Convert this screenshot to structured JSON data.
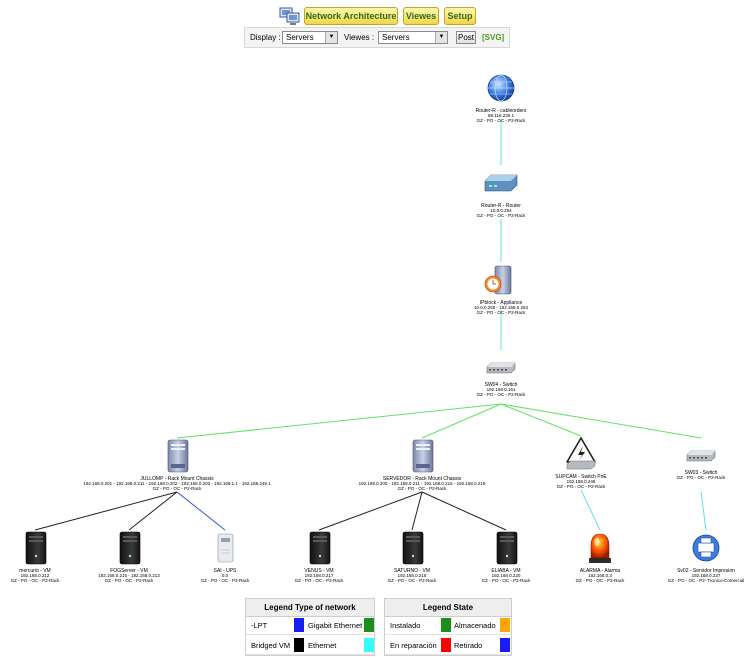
{
  "toolbar": {
    "nav": [
      "Network Architecture",
      "Viewes",
      "Setup"
    ],
    "display_label": "Display :",
    "display_value": "Servers",
    "viewes_label": "Viewes :",
    "viewes_value": "Servers",
    "post_label": "Post",
    "svg_label": "[SVG]"
  },
  "nodes": [
    {
      "id": "router-r-cableorders",
      "name": "Router-R - cableorders",
      "ip": "88.116.230.1",
      "attrs": "GZ - PO - OC - P2-Rack",
      "icon": "globe"
    },
    {
      "id": "router-r-router",
      "name": "Router-R - Router",
      "ip": "10.0.0.254",
      "attrs": "GZ - PO - OC - P2-Rack",
      "icon": "router"
    },
    {
      "id": "ipblock-appliance",
      "name": "IPblock - Appliance",
      "ip": "10.0.0.250 - 192.168.0.254",
      "attrs": "GZ - PO - OC - P2-Rack",
      "icon": "appliance"
    },
    {
      "id": "sw04-switch",
      "name": "SW04 - Switch",
      "ip": "192.168.0.161",
      "attrs": "GZ - PO - OC - P2-Rack",
      "icon": "switch"
    },
    {
      "id": "jullomp-chassis",
      "name": "JULLOMP - Rack Mount Chassis",
      "ip": "192.168.0.201 - 192.168.0.211 - 192.168.0.202 - 192.168.0.203 - 192.168.1.1 - 192.168.249.1",
      "attrs": "GZ - PO - OC - P2-Rack",
      "icon": "chassis"
    },
    {
      "id": "servedor-chassis",
      "name": "SERVEDOR - Rack Mount Chassis",
      "ip": "192.168.0.200 - 192.168.0.211 - 192.168.0.216 - 192.168.0.219",
      "attrs": "GZ - PO - OC - P2-Rack",
      "icon": "chassis"
    },
    {
      "id": "supcam-switch-poe",
      "name": "SUPCAM - Switch PoE",
      "ip": "192.168.0.248",
      "attrs": "GZ - PO - OC - P2-Rack",
      "icon": "warning"
    },
    {
      "id": "sw03-switch",
      "name": "SW03 - Switch",
      "ip": "",
      "attrs": "GZ - PO - OC - P2-Rack",
      "icon": "switch"
    },
    {
      "id": "mercurio-vm",
      "name": "mercurio - VM",
      "ip": "192.168.0.212",
      "attrs": "GZ - PO - OC - P2-Rack",
      "icon": "server"
    },
    {
      "id": "fogserver-vm",
      "name": "FOGServer - VM",
      "ip": "192.168.0.215 - 192.168.0.213",
      "attrs": "GZ - PO - OC - P2-Rack",
      "icon": "server"
    },
    {
      "id": "sai-ups",
      "name": "SAI - UPS",
      "ip": "0.0",
      "attrs": "GZ - PO - OC - P2-Rack",
      "icon": "ups"
    },
    {
      "id": "venus-vm",
      "name": "VENUS - VM",
      "ip": "192.168.0.217",
      "attrs": "GZ - PO - OC - P2-Rack",
      "icon": "server"
    },
    {
      "id": "saturno-vm",
      "name": "SATURNO - VM",
      "ip": "192.168.0.218",
      "attrs": "GZ - PO - OC - P2-Rack",
      "icon": "server"
    },
    {
      "id": "eliaba-vm",
      "name": "ELIABA - VM",
      "ip": "192.168.0.220",
      "attrs": "GZ - PO - OC - P2-Rack",
      "icon": "server"
    },
    {
      "id": "alarma-alarma",
      "name": "ALARMA - Alarma",
      "ip": "192.168.0.3",
      "attrs": "GZ - PO - OC - P2-Rack",
      "icon": "alarm"
    },
    {
      "id": "sv02-servidor-impresion",
      "name": "Sv02 - Servidor Impresion",
      "ip": "192.168.0.237",
      "attrs": "GZ - PO - OC - P2- Ticinico-Comercial",
      "icon": "printer"
    }
  ],
  "links": [
    {
      "from": "router-r-cableorders",
      "to": "router-r-router",
      "type": "ethernet",
      "color": "#66e0e0"
    },
    {
      "from": "router-r-router",
      "to": "ipblock-appliance",
      "type": "ethernet",
      "color": "#66e0e0"
    },
    {
      "from": "ipblock-appliance",
      "to": "sw04-switch",
      "type": "ethernet",
      "color": "#66e0e0"
    },
    {
      "from": "sw04-switch",
      "to": "jullomp-chassis",
      "type": "gigabit",
      "color": "#66e066"
    },
    {
      "from": "sw04-switch",
      "to": "servedor-chassis",
      "type": "gigabit",
      "color": "#66e066"
    },
    {
      "from": "sw04-switch",
      "to": "supcam-switch-poe",
      "type": "gigabit",
      "color": "#66e066"
    },
    {
      "from": "sw04-switch",
      "to": "sw03-switch",
      "type": "gigabit",
      "color": "#66e066"
    },
    {
      "from": "jullomp-chassis",
      "to": "mercurio-vm",
      "type": "bridged",
      "color": "#222222"
    },
    {
      "from": "jullomp-chassis",
      "to": "fogserver-vm",
      "type": "bridged",
      "color": "#222222"
    },
    {
      "from": "jullomp-chassis",
      "to": "sai-ups",
      "type": "lpt",
      "color": "#3355dd"
    },
    {
      "from": "servedor-chassis",
      "to": "venus-vm",
      "type": "bridged",
      "color": "#222222"
    },
    {
      "from": "servedor-chassis",
      "to": "saturno-vm",
      "type": "bridged",
      "color": "#222222"
    },
    {
      "from": "servedor-chassis",
      "to": "eliaba-vm",
      "type": "bridged",
      "color": "#222222"
    },
    {
      "from": "supcam-switch-poe",
      "to": "alarma-alarma",
      "type": "ethernet",
      "color": "#66e0e0"
    },
    {
      "from": "sw03-switch",
      "to": "sv02-servidor-impresion",
      "type": "ethernet",
      "color": "#66e0e0"
    }
  ],
  "legend_network": {
    "title": "Legend Type of network",
    "items": [
      {
        "label": "-LPT",
        "color": "#1a1aff"
      },
      {
        "label": "Gigabit Ethernet",
        "color": "#1a8f1a"
      },
      {
        "label": "Bridged VM",
        "color": "#000000"
      },
      {
        "label": "Ethernet",
        "color": "#33ffff"
      }
    ]
  },
  "legend_state": {
    "title": "Legend State",
    "items": [
      {
        "label": "Instalado",
        "color": "#1a8f1a"
      },
      {
        "label": "Almacenado",
        "color": "#ffa500"
      },
      {
        "label": "En reparación",
        "color": "#ff0000"
      },
      {
        "label": "Retirado",
        "color": "#1a1aff"
      }
    ]
  }
}
